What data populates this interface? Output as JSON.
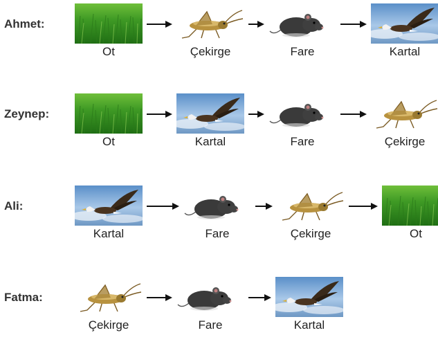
{
  "organisms": {
    "ot": "Ot",
    "cekirge": "Çekirge",
    "fare": "Fare",
    "kartal": "Kartal"
  },
  "chains": [
    {
      "student": "Ahmet:",
      "items": [
        "ot",
        "cekirge",
        "fare",
        "kartal"
      ]
    },
    {
      "student": "Zeynep:",
      "items": [
        "ot",
        "kartal",
        "fare",
        "cekirge"
      ]
    },
    {
      "student": "Ali:",
      "items": [
        "kartal",
        "fare",
        "cekirge",
        "ot"
      ]
    },
    {
      "student": "Fatma:",
      "items": [
        "cekirge",
        "fare",
        "kartal"
      ]
    }
  ]
}
